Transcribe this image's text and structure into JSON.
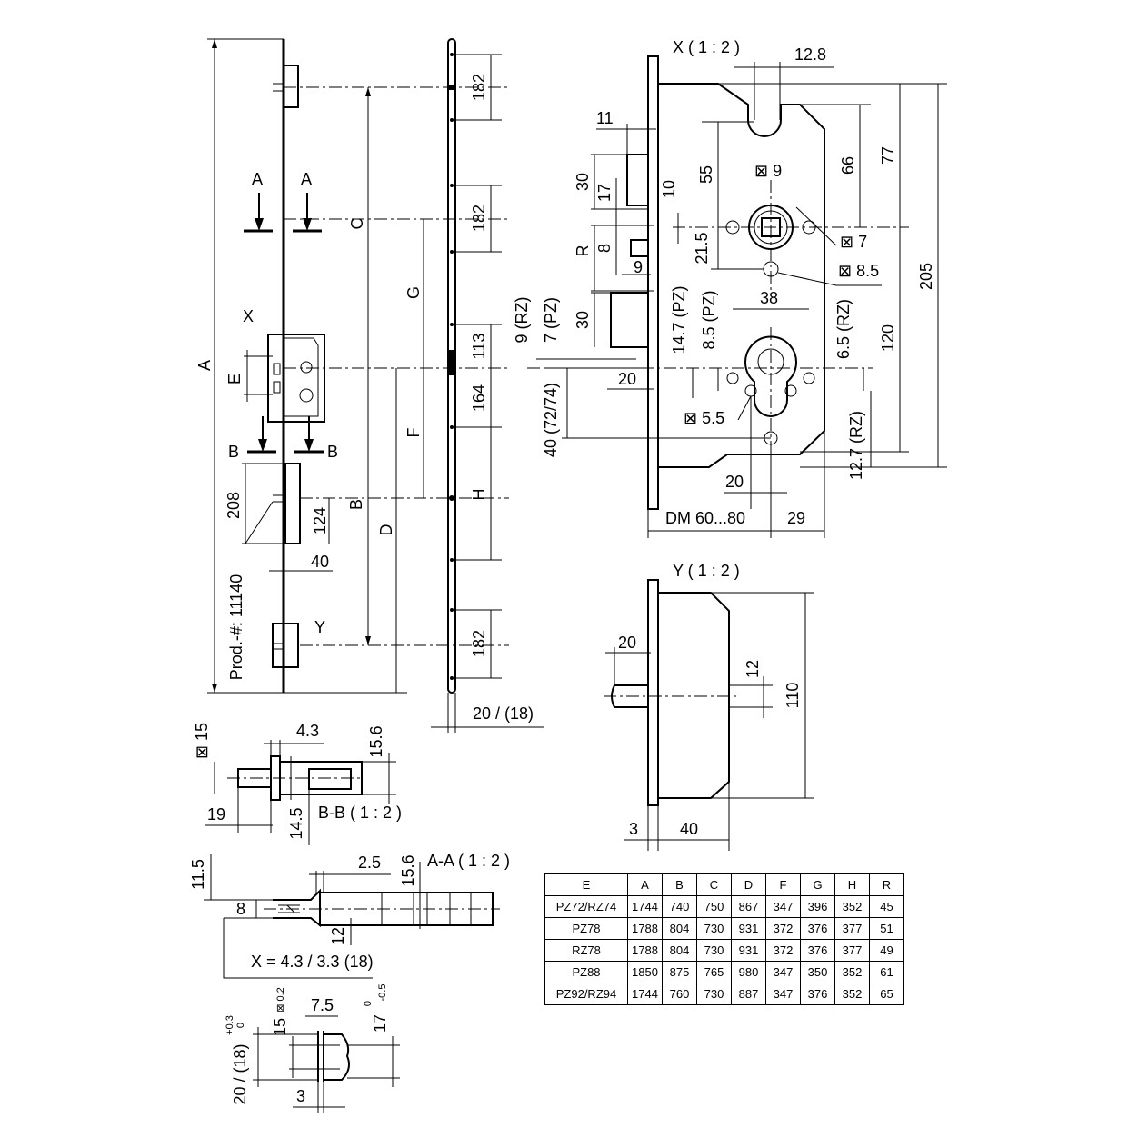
{
  "drawing": {
    "main": {
      "labels": {
        "A": "A",
        "B": "B",
        "C": "C",
        "D": "D",
        "E": "E",
        "F": "F",
        "G": "G",
        "H": "H",
        "X": "X",
        "Y": "Y",
        "section_a_left": "A",
        "section_a_right": "A",
        "section_b_left": "B",
        "section_b_right": "B"
      },
      "dims": {
        "d182_top": "182",
        "d182_mid": "182",
        "d113": "113",
        "d164": "164",
        "d182_bot": "182",
        "d208": "208",
        "d124": "124",
        "d40": "40",
        "d20_18": "20 / (18)"
      },
      "prod_no": "Prod.-#: 11140"
    },
    "view_x": {
      "title": "X ( 1 : 2 )",
      "dims": {
        "d12_8": "12.8",
        "d11": "11",
        "d30_top": "30",
        "d17": "17",
        "d10": "10",
        "d55": "55",
        "sq9": "⊠ 9",
        "d66": "66",
        "d77": "77",
        "R": "R",
        "d8": "8",
        "d21_5": "21.5",
        "d9": "9",
        "sq7": "⊠ 7",
        "sq8_5": "⊠ 8.5",
        "d205": "205",
        "d38": "38",
        "d30_mid": "30",
        "rz9": "9 (RZ)",
        "pz7": "7 (PZ)",
        "pz14_7": "14.7 (PZ)",
        "pz8_5": "8.5 (PZ)",
        "rz6_5": "6.5 (RZ)",
        "d120": "120",
        "d20_left": "20",
        "sq5_5": "⊠ 5.5",
        "d40_7274": "40 (72/74)",
        "rz12_7": "12.7 (RZ)",
        "d20_bot": "20",
        "d29": "29",
        "dm": "DM 60...80"
      }
    },
    "view_y": {
      "title": "Y ( 1 : 2 )",
      "dims": {
        "d20": "20",
        "d12": "12",
        "d110": "110",
        "d3": "3",
        "d40": "40"
      }
    },
    "section_bb": {
      "title": "B-B ( 1 : 2 )",
      "dims": {
        "sq15": "⊠ 15",
        "d4_3": "4.3",
        "d15_6": "15.6",
        "d19": "19",
        "d14_5": "14.5"
      }
    },
    "section_aa": {
      "title": "A-A ( 1 : 2 )",
      "dims": {
        "d11_5": "11.5",
        "d2_5": "2.5",
        "d15_6": "15.6",
        "d8": "8",
        "d12": "12",
        "x_formula": "X = 4.3 / 3.3 (18)"
      }
    },
    "detail_bottom": {
      "dims": {
        "d7_5": "7.5",
        "d15": "15",
        "tol15": "⊠ 0.2",
        "d17": "17",
        "tol17_up": "0",
        "tol17_lo": "-0.5",
        "d20_18": "20 / (18)",
        "tol20_up": "+0.3",
        "tol20_lo": "0",
        "d3": "3"
      }
    }
  },
  "table": {
    "headers": [
      "E",
      "A",
      "B",
      "C",
      "D",
      "F",
      "G",
      "H",
      "R"
    ],
    "rows": [
      [
        "PZ72/RZ74",
        "1744",
        "740",
        "750",
        "867",
        "347",
        "396",
        "352",
        "45"
      ],
      [
        "PZ78",
        "1788",
        "804",
        "730",
        "931",
        "372",
        "376",
        "377",
        "51"
      ],
      [
        "RZ78",
        "1788",
        "804",
        "730",
        "931",
        "372",
        "376",
        "377",
        "49"
      ],
      [
        "PZ88",
        "1850",
        "875",
        "765",
        "980",
        "347",
        "350",
        "352",
        "61"
      ],
      [
        "PZ92/RZ94",
        "1744",
        "760",
        "730",
        "887",
        "347",
        "376",
        "352",
        "65"
      ]
    ]
  }
}
